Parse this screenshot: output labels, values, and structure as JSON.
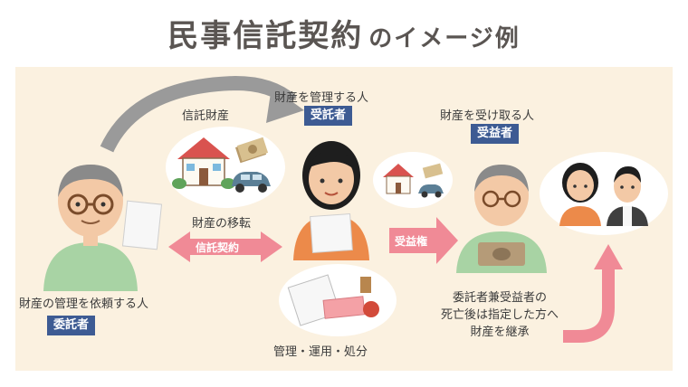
{
  "title": {
    "main": "民事信託契約",
    "suffix": "のイメージ例"
  },
  "trustor": {
    "role": "財産の管理を依頼する人",
    "badge": "委託者"
  },
  "trustee": {
    "role": "財産を管理する人",
    "badge": "受託者"
  },
  "beneficiary": {
    "role": "財産を受け取る人",
    "badge": "受益者"
  },
  "trust_property_label": "信託財産",
  "transfer_label": "財産の移転",
  "contract_arrow_label": "信託契約",
  "beneficial_right_label": "受益権",
  "management_label": "管理・運用・処分",
  "succession_note": [
    "委託者兼受益者の",
    "死亡後は指定した方へ",
    "財産を継承"
  ],
  "colors": {
    "badge": "#3d5b93",
    "pink_arrow": "#f08a96",
    "gray_arrow": "#9a9a9a",
    "panel": "#fbf1e0"
  }
}
